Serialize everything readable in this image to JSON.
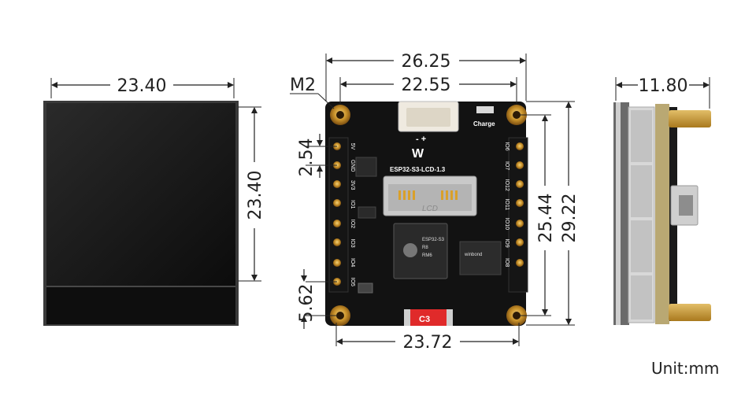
{
  "dimensions": {
    "lcd_width": "23.40",
    "lcd_height": "23.40",
    "board_outer_width": "26.25",
    "board_hole_spacing_top": "22.55",
    "board_hole_spacing_bottom": "23.72",
    "board_height_holes": "25.44",
    "board_height": "29.22",
    "pin_pitch_top": "2.54",
    "bottom_offset": "5.62",
    "side_thickness": "11.80",
    "mount_hole": "M2"
  },
  "board_labels": {
    "title": "ESP32-S3-LCD-1.3",
    "charge": "Charge",
    "chip": "C3",
    "flash_brand": "winbond",
    "lcd_mark": "LCD",
    "left_pins": [
      "5V",
      "GND",
      "3V3",
      "IO1",
      "IO2",
      "IO3",
      "IO4",
      "IO5"
    ],
    "right_pins": [
      "IO6",
      "IO7",
      "IO12",
      "IO11",
      "IO10",
      "IO9",
      "IO8"
    ]
  },
  "unit_label": "Unit:mm",
  "colors": {
    "pcb": "#111111",
    "gold": "#c8912a",
    "lcd_glass": "#1a1a1a",
    "silkscreen": "#ffffff"
  }
}
